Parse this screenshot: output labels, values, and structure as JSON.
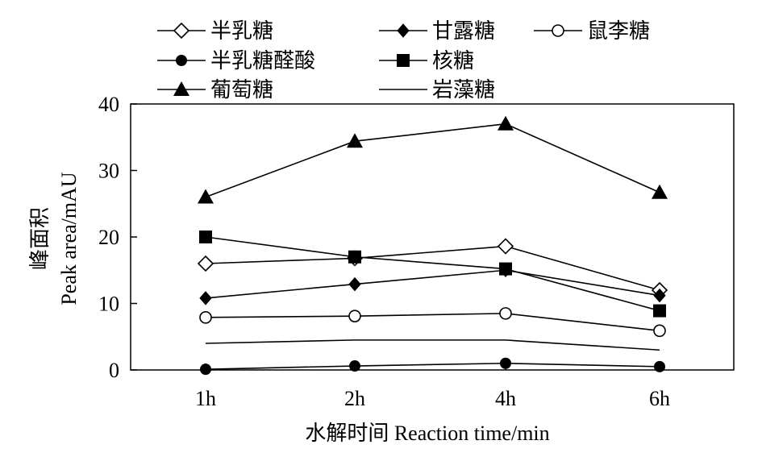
{
  "chart_data": {
    "type": "line",
    "categories": [
      "1h",
      "2h",
      "4h",
      "6h"
    ],
    "xlabel": "水解时间 Reaction time/min",
    "ylabel_cn": "峰面积",
    "ylabel_en": "Peak area/mAU",
    "ylim": [
      0,
      40
    ],
    "yticks": [
      "0",
      "10",
      "20",
      "30",
      "40"
    ],
    "grid": false,
    "legend_position": "top",
    "series": [
      {
        "name": "半乳糖",
        "marker": "diamond-open",
        "values": [
          16.0,
          16.8,
          18.6,
          12.0
        ]
      },
      {
        "name": "甘露糖",
        "marker": "diamond-filled",
        "values": [
          10.8,
          12.9,
          15.0,
          11.2
        ]
      },
      {
        "name": "鼠李糖",
        "marker": "circle-open",
        "values": [
          7.9,
          8.1,
          8.5,
          5.9
        ]
      },
      {
        "name": "半乳糖醛酸",
        "marker": "circle-filled",
        "values": [
          0.1,
          0.6,
          1.0,
          0.5
        ]
      },
      {
        "name": "核糖",
        "marker": "square-filled",
        "values": [
          20.0,
          17.0,
          15.2,
          8.9
        ]
      },
      {
        "name": "葡萄糖",
        "marker": "triangle-filled",
        "values": [
          26.0,
          34.4,
          37.0,
          26.7
        ]
      },
      {
        "name": "岩藻糖",
        "marker": "none",
        "values": [
          4.0,
          4.5,
          4.5,
          3.0
        ]
      }
    ]
  }
}
